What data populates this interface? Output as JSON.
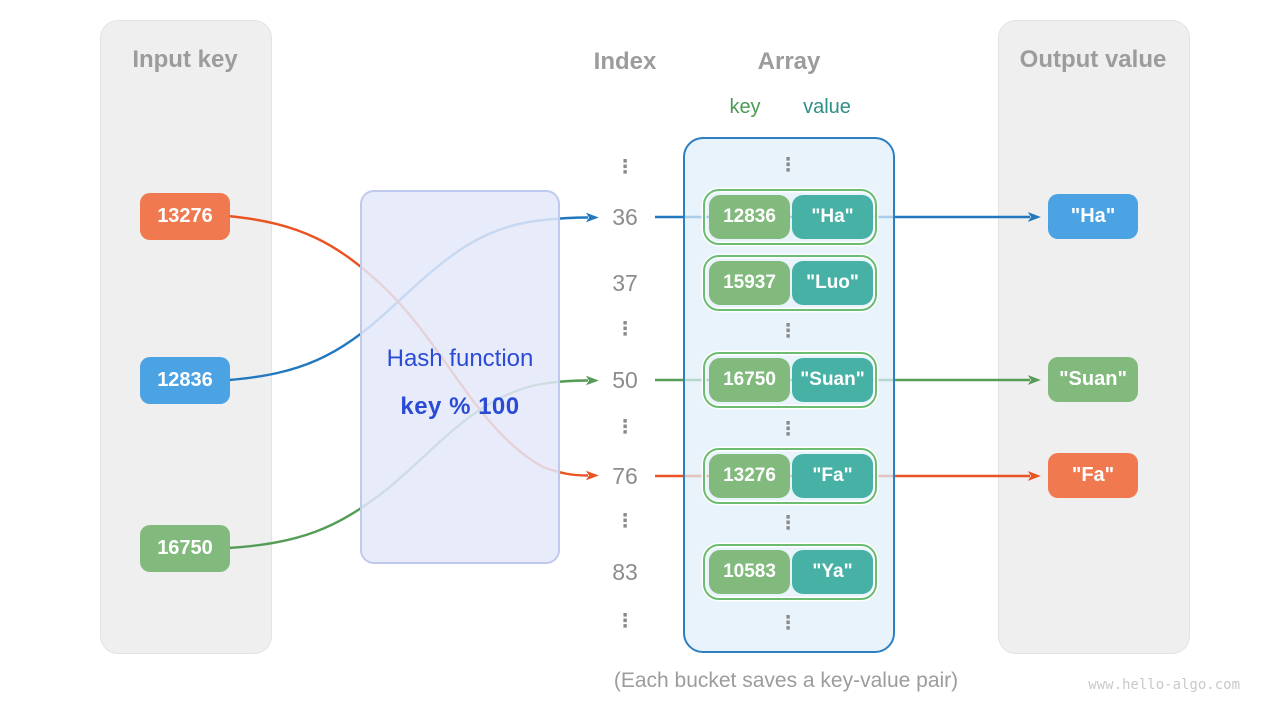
{
  "colors": {
    "orange": "#F0794F",
    "blue": "#4BA3E3",
    "green": "#82BA7D",
    "teal": "#48B1A6",
    "arrow_blue": "#2178BF",
    "arrow_green": "#559C57",
    "arrow_orange": "#EA5322",
    "bucket_border": "#6CBC72",
    "array_border": "#2E7FC1",
    "hash_text": "#2B4BD7",
    "key_header": "#4C9A52",
    "value_header": "#2F8F86",
    "title_gray": "#9C9C9C"
  },
  "input_panel": {
    "title": "Input key",
    "items": [
      {
        "label": "13276",
        "color": "#F0794F"
      },
      {
        "label": "12836",
        "color": "#4BA3E3"
      },
      {
        "label": "16750",
        "color": "#82BA7D"
      }
    ]
  },
  "hash": {
    "label": "Hash function",
    "formula": "key % 100"
  },
  "index_col": {
    "title": "Index",
    "rows": [
      "36",
      "37",
      "50",
      "76",
      "83"
    ]
  },
  "array": {
    "title": "Array",
    "key_header": "key",
    "value_header": "value",
    "buckets": [
      {
        "key": "12836",
        "value": "\"Ha\""
      },
      {
        "key": "15937",
        "value": "\"Luo\""
      },
      {
        "key": "16750",
        "value": "\"Suan\""
      },
      {
        "key": "13276",
        "value": "\"Fa\""
      },
      {
        "key": "10583",
        "value": "\"Ya\""
      }
    ]
  },
  "output_panel": {
    "title": "Output value",
    "items": [
      {
        "label": "\"Ha\"",
        "color": "#4BA3E3"
      },
      {
        "label": "\"Suan\"",
        "color": "#82BA7D"
      },
      {
        "label": "\"Fa\"",
        "color": "#F0794F"
      }
    ]
  },
  "caption": "(Each bucket saves a key-value pair)",
  "watermark": "www.hello-algo.com",
  "misc": {
    "ellipsis": "⋮"
  }
}
